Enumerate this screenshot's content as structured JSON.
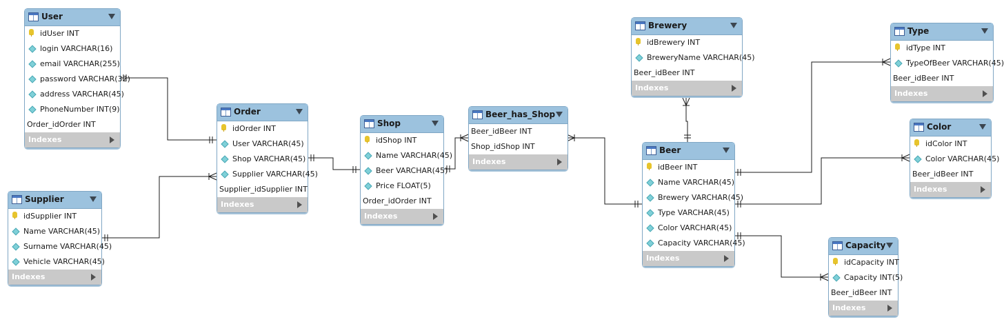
{
  "diagram": {
    "tables": [
      {
        "id": "user",
        "name": "User",
        "indexes_label": "Indexes",
        "columns": [
          {
            "text": "idUser INT",
            "kind": "pk"
          },
          {
            "text": "login VARCHAR(16)",
            "kind": "col"
          },
          {
            "text": "email VARCHAR(255)",
            "kind": "col"
          },
          {
            "text": "password VARCHAR(32)",
            "kind": "col"
          },
          {
            "text": "address VARCHAR(45)",
            "kind": "col"
          },
          {
            "text": "PhoneNumber INT(9)",
            "kind": "col"
          },
          {
            "text": "Order_idOrder INT",
            "kind": "fk"
          }
        ]
      },
      {
        "id": "supplier",
        "name": "Supplier",
        "indexes_label": "Indexes",
        "columns": [
          {
            "text": "idSupplier INT",
            "kind": "pk"
          },
          {
            "text": "Name VARCHAR(45)",
            "kind": "col"
          },
          {
            "text": "Surname VARCHAR(45)",
            "kind": "col"
          },
          {
            "text": "Vehicle VARCHAR(45)",
            "kind": "col"
          }
        ]
      },
      {
        "id": "order",
        "name": "Order",
        "indexes_label": "Indexes",
        "columns": [
          {
            "text": "idOrder INT",
            "kind": "pk"
          },
          {
            "text": "User VARCHAR(45)",
            "kind": "col"
          },
          {
            "text": "Shop VARCHAR(45)",
            "kind": "col"
          },
          {
            "text": "Supplier VARCHAR(45)",
            "kind": "col"
          },
          {
            "text": "Supplier_idSupplier INT",
            "kind": "fk"
          }
        ]
      },
      {
        "id": "shop",
        "name": "Shop",
        "indexes_label": "Indexes",
        "columns": [
          {
            "text": "idShop INT",
            "kind": "pk"
          },
          {
            "text": "Name VARCHAR(45)",
            "kind": "col"
          },
          {
            "text": "Beer VARCHAR(45)",
            "kind": "col"
          },
          {
            "text": "Price FLOAT(5)",
            "kind": "col"
          },
          {
            "text": "Order_idOrder INT",
            "kind": "fk"
          }
        ]
      },
      {
        "id": "beer_has_shop",
        "name": "Beer_has_Shop",
        "indexes_label": "Indexes",
        "columns": [
          {
            "text": "Beer_idBeer INT",
            "kind": "fk"
          },
          {
            "text": "Shop_idShop INT",
            "kind": "fk"
          }
        ]
      },
      {
        "id": "brewery",
        "name": "Brewery",
        "indexes_label": "Indexes",
        "columns": [
          {
            "text": "idBrewery INT",
            "kind": "pk"
          },
          {
            "text": "BreweryName VARCHAR(45)",
            "kind": "col"
          },
          {
            "text": "Beer_idBeer INT",
            "kind": "fk"
          }
        ]
      },
      {
        "id": "beer",
        "name": "Beer",
        "indexes_label": "Indexes",
        "columns": [
          {
            "text": "idBeer INT",
            "kind": "pk"
          },
          {
            "text": "Name VARCHAR(45)",
            "kind": "col"
          },
          {
            "text": "Brewery VARCHAR(45)",
            "kind": "col"
          },
          {
            "text": "Type VARCHAR(45)",
            "kind": "col"
          },
          {
            "text": "Color VARCHAR(45)",
            "kind": "col"
          },
          {
            "text": "Capacity VARCHAR(45)",
            "kind": "col"
          }
        ]
      },
      {
        "id": "type",
        "name": "Type",
        "indexes_label": "Indexes",
        "columns": [
          {
            "text": "idType INT",
            "kind": "pk"
          },
          {
            "text": "TypeOfBeer VARCHAR(45)",
            "kind": "col"
          },
          {
            "text": "Beer_idBeer INT",
            "kind": "fk"
          }
        ]
      },
      {
        "id": "color",
        "name": "Color",
        "indexes_label": "Indexes",
        "columns": [
          {
            "text": "idColor INT",
            "kind": "pk"
          },
          {
            "text": "Color VARCHAR(45)",
            "kind": "col"
          },
          {
            "text": "Beer_idBeer INT",
            "kind": "fk"
          }
        ]
      },
      {
        "id": "capacity",
        "name": "Capacity",
        "indexes_label": "Indexes",
        "columns": [
          {
            "text": "idCapacity INT",
            "kind": "pk"
          },
          {
            "text": "Capacity INT(5)",
            "kind": "col"
          },
          {
            "text": "Beer_idBeer INT",
            "kind": "fk"
          }
        ]
      }
    ],
    "relationships": [
      {
        "from": "user",
        "to": "order",
        "from_end": "one",
        "to_end": "one"
      },
      {
        "from": "supplier",
        "to": "order",
        "from_end": "one",
        "to_end": "many"
      },
      {
        "from": "order",
        "to": "shop",
        "from_end": "one",
        "to_end": "one"
      },
      {
        "from": "shop",
        "to": "beer_has_shop",
        "from_end": "one",
        "to_end": "many"
      },
      {
        "from": "beer_has_shop",
        "to": "beer",
        "from_end": "many",
        "to_end": "one"
      },
      {
        "from": "brewery",
        "to": "beer",
        "from_end": "many",
        "to_end": "one"
      },
      {
        "from": "beer",
        "to": "type",
        "from_end": "one",
        "to_end": "many"
      },
      {
        "from": "beer",
        "to": "color",
        "from_end": "one",
        "to_end": "many"
      },
      {
        "from": "beer",
        "to": "capacity",
        "from_end": "one",
        "to_end": "many"
      }
    ],
    "colors": {
      "header": "#9cc2de",
      "border": "#7fa6c4",
      "indexes_bar": "#c9c9c9",
      "line": "#1a1a1a",
      "primary_key": "#e7c42c",
      "column_marker": "#7fd0d8"
    }
  }
}
